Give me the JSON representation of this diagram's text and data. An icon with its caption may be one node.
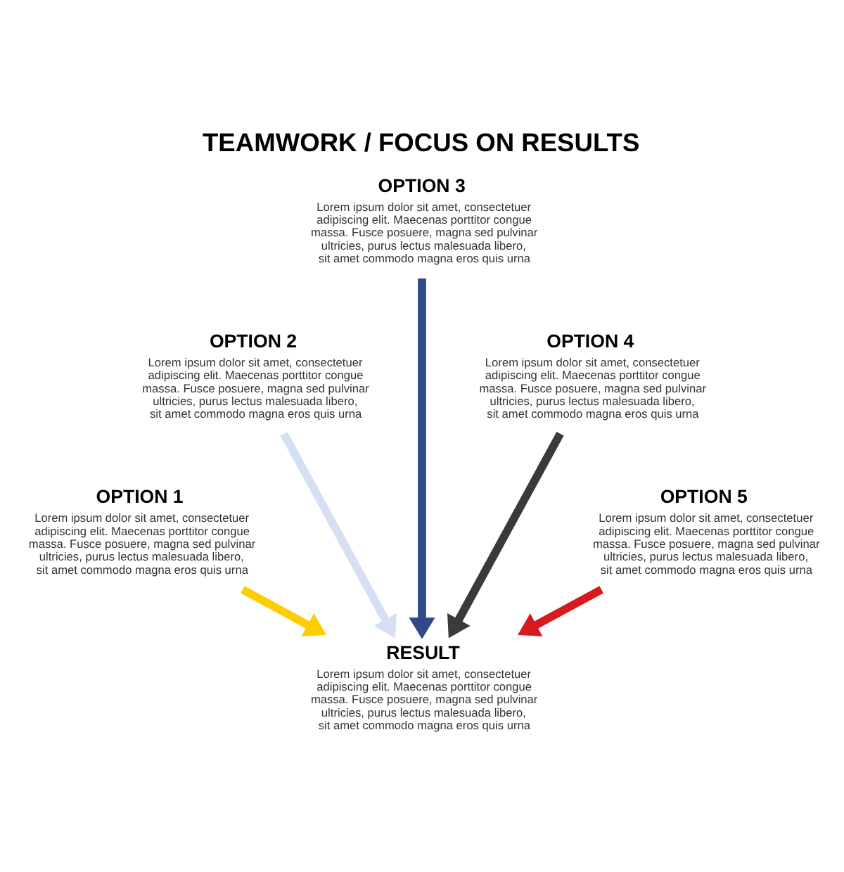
{
  "diagram": {
    "title": "TEAMWORK / FOCUS ON RESULTS",
    "nodes": [
      {
        "text": [
          "OPTION 1",
          "Lorem ipsum dolor sit amet, consectetuer adipiscing elit. Maecenas porttitor congue massa. Fusce posuere, magna sed pulvinar ultricies, purus lectus malesuada libero, sit amet commodo magna eros quis urna"
        ]
      },
      {
        "text": [
          "OPTION 2",
          "Lorem ipsum dolor sit amet, consectetuer adipiscing elit. Maecenas porttitor congue massa. Fusce posuere, magna sed pulvinar ultricies, purus lectus malesuada libero, sit amet commodo magna eros quis urna"
        ]
      },
      {
        "text": [
          "OPTION 3",
          "Lorem ipsum dolor sit amet, consectetuer adipiscing elit. Maecenas porttitor congue massa. Fusce posuere, magna sed pulvinar ultricies, purus lectus malesuada libero, sit amet commodo magna eros quis urna"
        ]
      },
      {
        "text": [
          "OPTION 4",
          "Lorem ipsum dolor sit amet, consectetuer adipiscing elit. Maecenas porttitor congue massa. Fusce posuere, magna sed pulvinar ultricies, purus lectus malesuada libero, sit amet commodo magna eros quis urna"
        ]
      },
      {
        "text": [
          "OPTION 5",
          "Lorem ipsum dolor sit amet, consectetuer adipiscing elit. Maecenas porttitor congue massa. Fusce posuere, magna sed pulvinar ultricies, purus lectus malesuada libero, sit amet commodo magna eros quis urna"
        ]
      },
      {
        "text": [
          "RESULT",
          "Lorem ipsum dolor sit amet, consectetuer adipiscing elit. Maecenas porttitor congue massa. Fusce posuere, magna sed pulvinar ultricies, purus lectus malesuada libero, sit amet commodo magna eros quis urna"
        ]
      }
    ],
    "edges": [
      {
        "from": 0,
        "to": 5,
        "arrow": "to",
        "color": "#ffcc00"
      },
      {
        "from": 1,
        "to": 5,
        "arrow": "to",
        "color": "#d5e0f2"
      },
      {
        "from": 2,
        "to": 5,
        "arrow": "to",
        "color": "#2f4a87"
      },
      {
        "from": 3,
        "to": 5,
        "arrow": "to",
        "color": "#3a3a3a"
      },
      {
        "from": 4,
        "to": 5,
        "arrow": "to",
        "color": "#d71920"
      }
    ]
  }
}
